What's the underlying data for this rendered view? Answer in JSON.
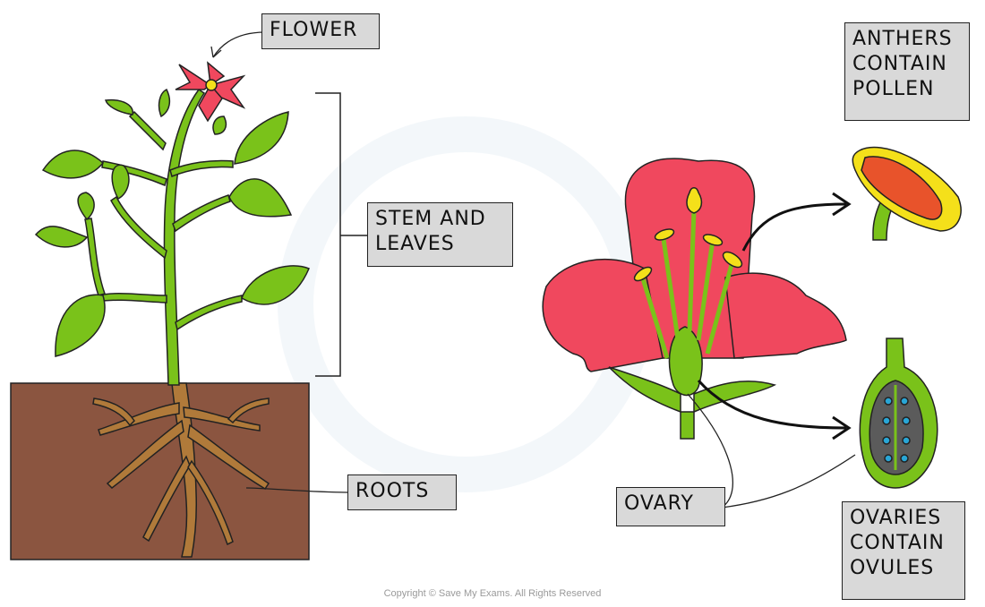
{
  "labels": {
    "flower": "FLOWER",
    "stem_leaves_1": "STEM AND",
    "stem_leaves_2": "LEAVES",
    "roots": "ROOTS",
    "ovary": "OVARY"
  },
  "notes": {
    "anthers_1": "ANTHERS",
    "anthers_2": "CONTAIN",
    "anthers_3": "POLLEN",
    "ovaries_1": "OVARIES",
    "ovaries_2": "CONTAIN",
    "ovaries_3": "OVULES"
  },
  "footer": {
    "copyright": "Copyright © Save My Exams. All Rights Reserved"
  },
  "colors": {
    "leaf": "#7ac21a",
    "soil": "#8b5540",
    "root": "#b07a3a",
    "petal": "#f0485e",
    "anther": "#f4e01a",
    "pollen": "#e8532b",
    "ovary_inner": "#5b5b5b",
    "ovule": "#29a6d6",
    "label_fill": "#d9d9d9"
  }
}
